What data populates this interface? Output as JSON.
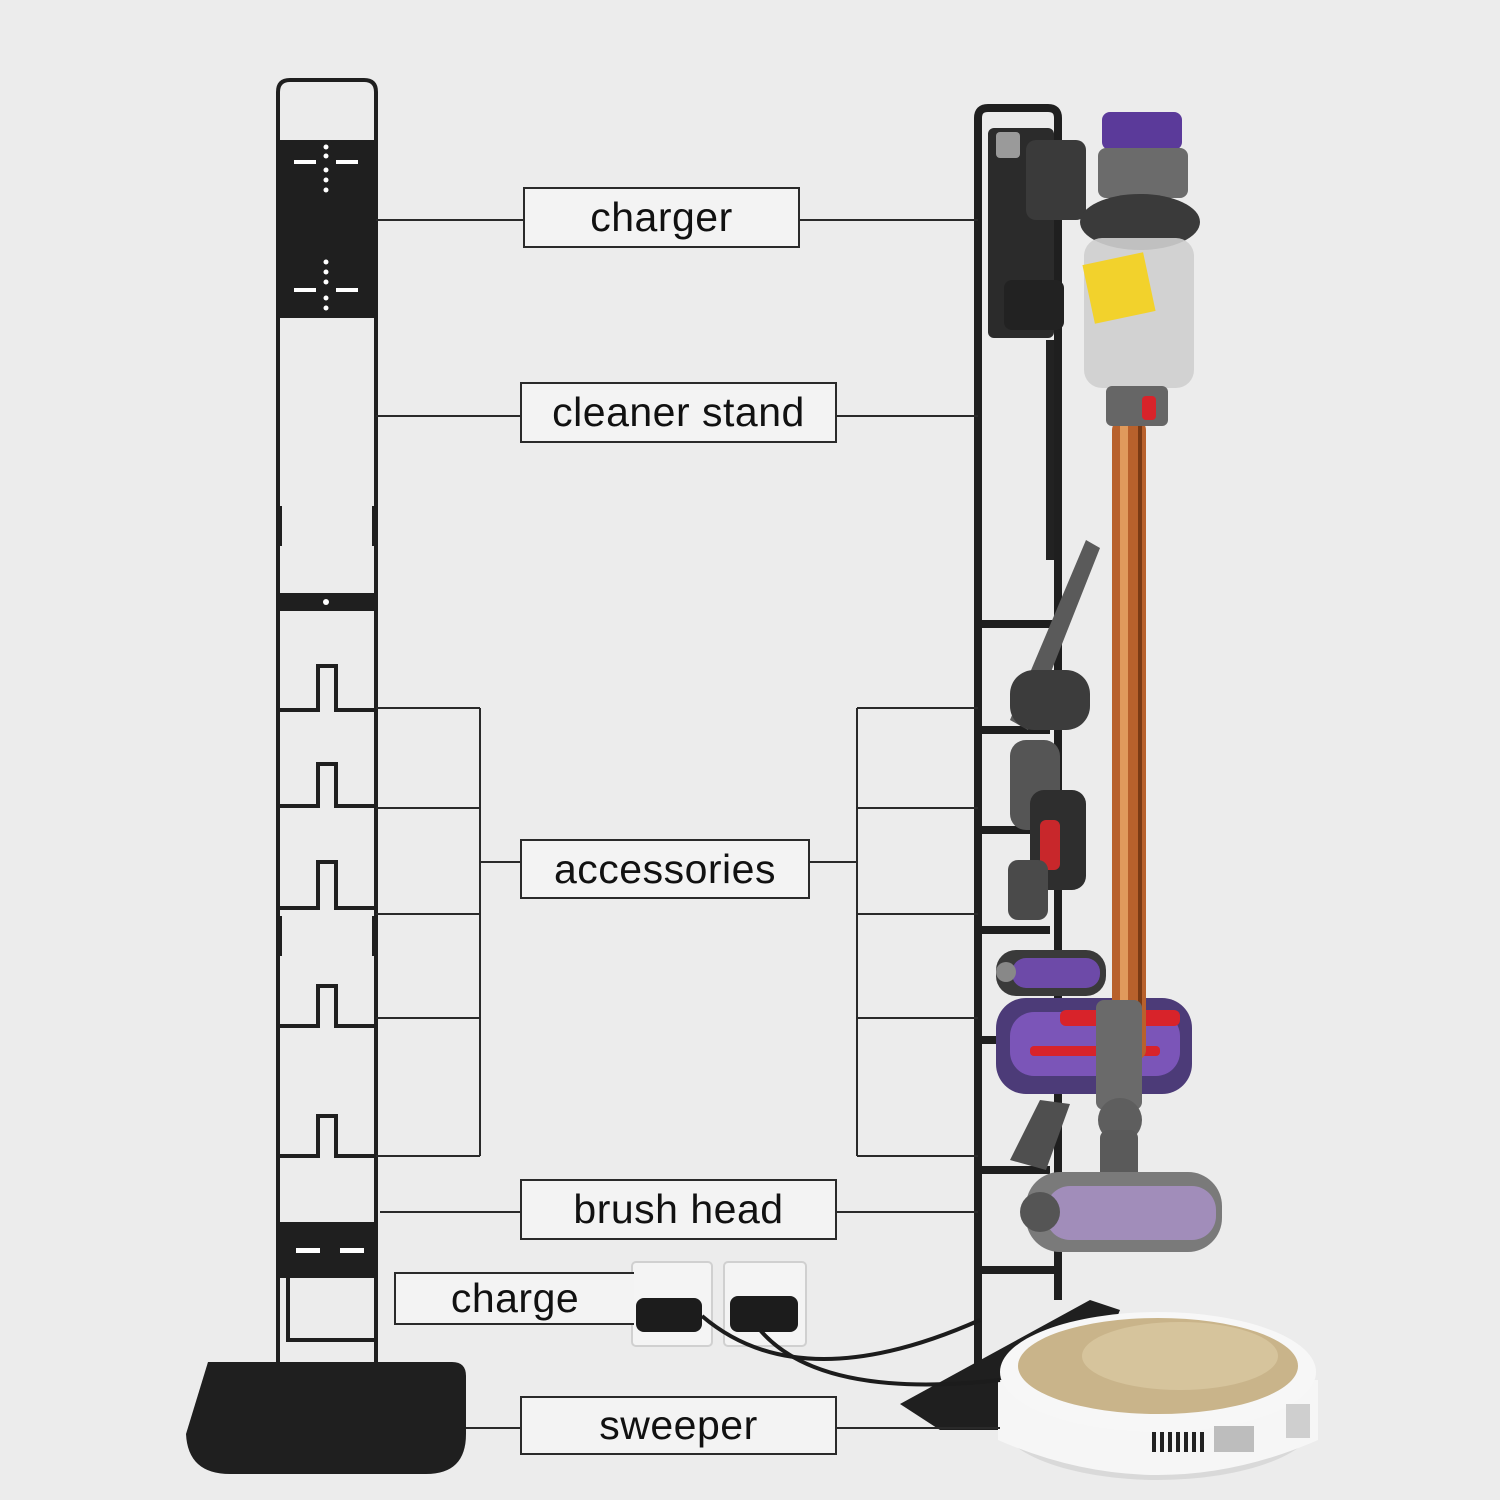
{
  "labels": {
    "charger": "charger",
    "cleaner_stand": "cleaner stand",
    "accessories": "accessories",
    "brush_head": "brush head",
    "charge": "charge",
    "sweeper": "sweeper"
  },
  "colors": {
    "background": "#ececec",
    "frame": "#1f1f1f",
    "leader_line": "#2a2a2a",
    "vacuum_purple": "#5b3a9a",
    "wand_copper": "#c26a34",
    "robot_gold": "#c9b48a"
  }
}
